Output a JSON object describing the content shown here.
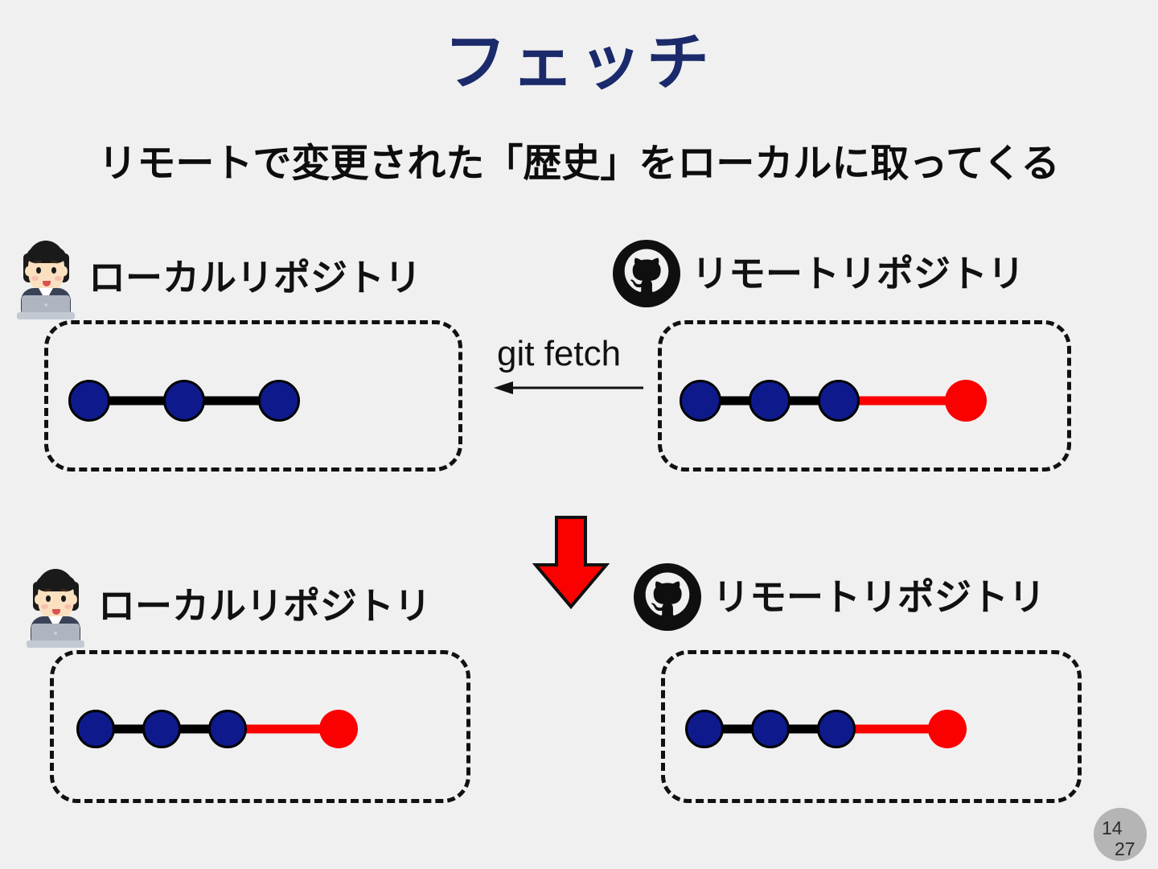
{
  "slide": {
    "title": "フェッチ",
    "subtitle": "リモートで変更された「歴史」をローカルに取ってくる",
    "background_color": "#f0f0f0",
    "title_color": "#1b2a6b"
  },
  "labels": {
    "local_repo": "ローカルリポジトリ",
    "remote_repo": "リモートリポジトリ",
    "command": "git fetch"
  },
  "icons": {
    "person": "person-at-laptop-icon",
    "github": "github-octocat-icon",
    "left_arrow": "arrow-left-icon",
    "down_arrow": "arrow-down-icon"
  },
  "colors": {
    "commit_blue": "#0e1a8c",
    "commit_red": "#fa0000",
    "edge_black": "#000000",
    "box_border": "#111111",
    "arrow_red": "#fa0000"
  },
  "page": {
    "current": "14",
    "total": "27"
  },
  "chart_data": {
    "type": "diagram",
    "title": "フェッチ",
    "description": "リモートで変更された「歴史」をローカルに取ってくる",
    "panels": [
      {
        "id": "before-local",
        "row": "before",
        "label": "ローカルリポジトリ",
        "icon": "person-at-laptop-icon",
        "commits": [
          {
            "index": 1,
            "color": "#0e1a8c",
            "edge_to_next": "#000000"
          },
          {
            "index": 2,
            "color": "#0e1a8c",
            "edge_to_next": "#000000"
          },
          {
            "index": 3,
            "color": "#0e1a8c",
            "edge_to_next": null
          }
        ]
      },
      {
        "id": "before-remote",
        "row": "before",
        "label": "リモートリポジトリ",
        "icon": "github-octocat-icon",
        "commits": [
          {
            "index": 1,
            "color": "#0e1a8c",
            "edge_to_next": "#000000"
          },
          {
            "index": 2,
            "color": "#0e1a8c",
            "edge_to_next": "#000000"
          },
          {
            "index": 3,
            "color": "#0e1a8c",
            "edge_to_next": "#fa0000"
          },
          {
            "index": 4,
            "color": "#fa0000",
            "edge_to_next": null
          }
        ]
      },
      {
        "id": "after-local",
        "row": "after",
        "label": "ローカルリポジトリ",
        "icon": "person-at-laptop-icon",
        "commits": [
          {
            "index": 1,
            "color": "#0e1a8c",
            "edge_to_next": "#000000"
          },
          {
            "index": 2,
            "color": "#0e1a8c",
            "edge_to_next": "#000000"
          },
          {
            "index": 3,
            "color": "#0e1a8c",
            "edge_to_next": "#fa0000"
          },
          {
            "index": 4,
            "color": "#fa0000",
            "edge_to_next": null
          }
        ]
      },
      {
        "id": "after-remote",
        "row": "after",
        "label": "リモートリポジトリ",
        "icon": "github-octocat-icon",
        "commits": [
          {
            "index": 1,
            "color": "#0e1a8c",
            "edge_to_next": "#000000"
          },
          {
            "index": 2,
            "color": "#0e1a8c",
            "edge_to_next": "#000000"
          },
          {
            "index": 3,
            "color": "#0e1a8c",
            "edge_to_next": "#fa0000"
          },
          {
            "index": 4,
            "color": "#fa0000",
            "edge_to_null": null
          }
        ]
      }
    ],
    "annotations": [
      {
        "text": "git fetch",
        "type": "arrow-left",
        "from": "before-remote",
        "to": "before-local"
      },
      {
        "text": "",
        "type": "arrow-down",
        "from": "before",
        "to": "after"
      }
    ]
  }
}
